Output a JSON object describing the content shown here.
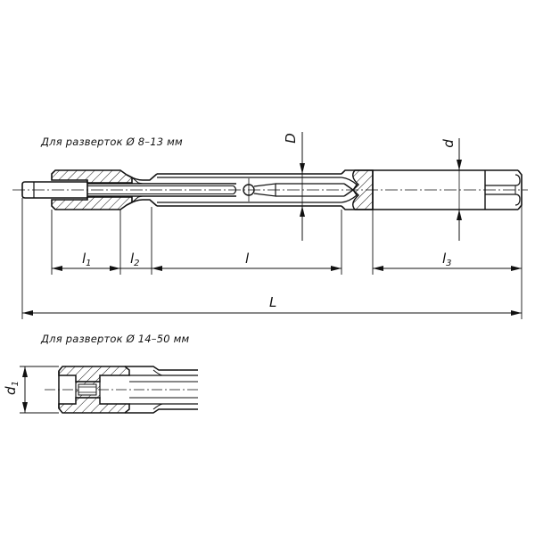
{
  "drawing": {
    "title_top": "Для разверток Ø 8–13 мм",
    "title_bottom": "Для разверток Ø 14–50 мм",
    "dimensions": {
      "D": "D",
      "d": "d",
      "l1": "l",
      "l1_sub": "1",
      "l2": "l",
      "l2_sub": "2",
      "l": "l",
      "l3": "l",
      "l3_sub": "3",
      "L": "L",
      "d1": "d",
      "d1_sub": "1"
    },
    "colors": {
      "line": "#111111",
      "background": "#ffffff"
    }
  }
}
